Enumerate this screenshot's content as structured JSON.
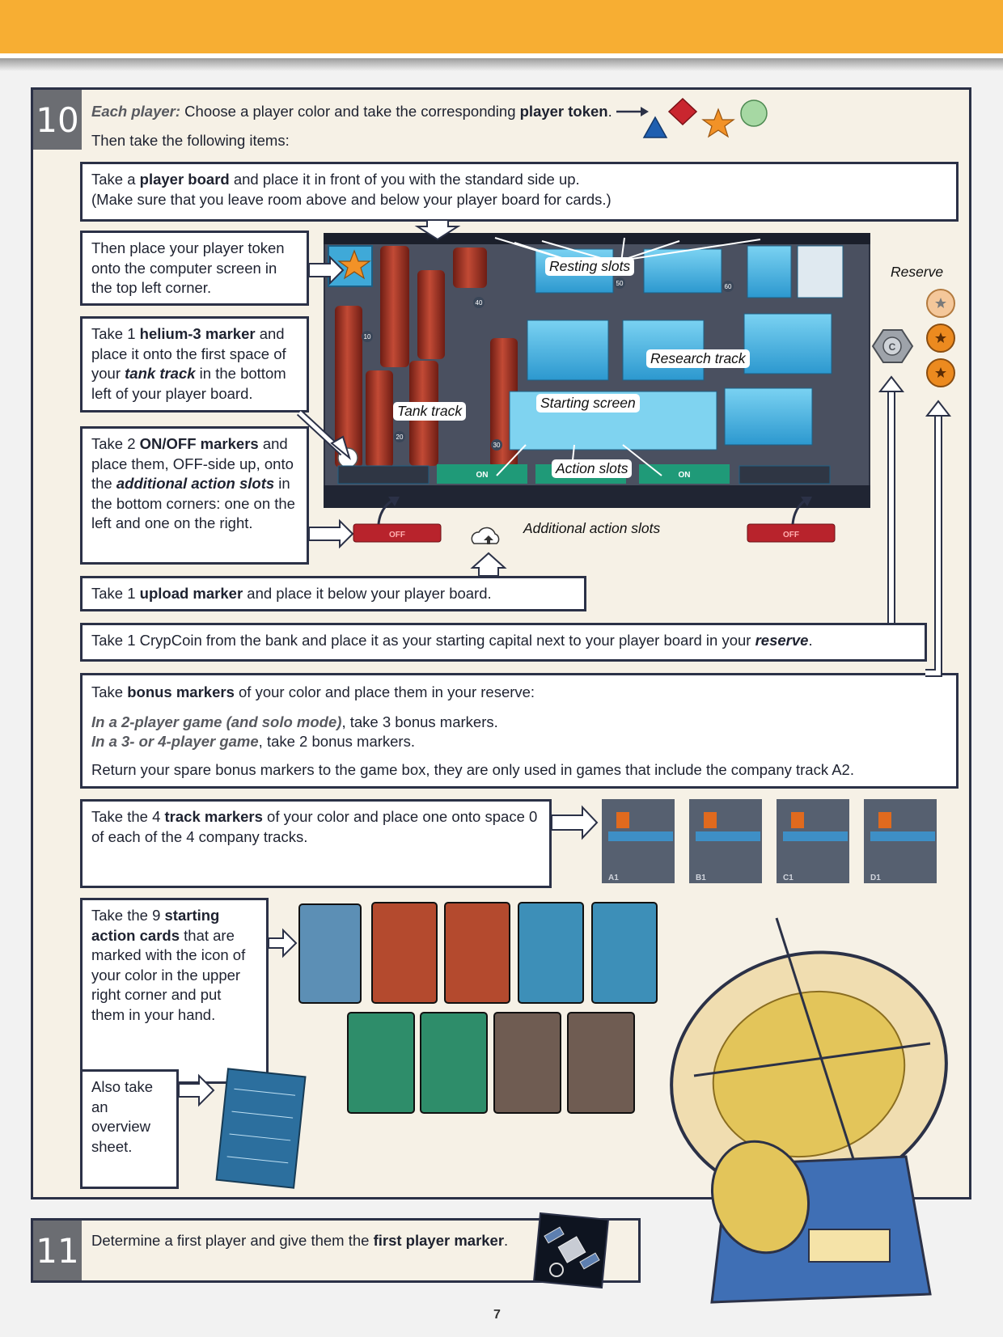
{
  "page_number": "7",
  "step10": {
    "number": "10",
    "intro_italic": "Each player:",
    "intro_text_1": " Choose a player color and take the corresponding ",
    "intro_bold": "player token",
    "intro_end": ".",
    "intro_line2": "Then take the following items:",
    "board_box": {
      "t1": "Take a ",
      "b1": "player board",
      "t2": " and place it in front of you with the standard side up.",
      "line2": "(Make sure that you leave room above and below your player board for cards.)"
    },
    "token_box": "Then place your player token onto the computer screen in the top left corner.",
    "helium_box": {
      "t1": "Take 1 ",
      "b1": "helium-3 marker",
      "t2": " and place it onto the first space of your ",
      "bi1": "tank track",
      "t3": " in the bottom left of your player board."
    },
    "onoff_box": {
      "t1": "Take 2 ",
      "b1": "ON/OFF markers",
      "t2": " and place them, OFF-side up, onto the ",
      "bi1": "additional action slots",
      "t3": " in the bottom corners: one on the left and one on the right."
    },
    "upload_box": {
      "t1": "Take 1 ",
      "b1": "upload marker",
      "t2": " and place it below your player board."
    },
    "crypcoin_box": {
      "t1": "Take 1 CrypCoin from the bank and place it as your starting capital next to your player board in your ",
      "bi1": "reserve",
      "t2": "."
    },
    "bonus_box": {
      "t1": "Take ",
      "b1": "bonus markers",
      "t2": " of your color and place them in your reserve:",
      "l2_i": "In a 2-player game (and solo mode)",
      "l2_t": ", take 3 bonus markers.",
      "l3_i": "In a 3- or 4-player game",
      "l3_t": ", take 2 bonus markers.",
      "l4": "Return your spare bonus markers to the game box, they are only used in games that include the company track A2."
    },
    "track_box": {
      "t1": "Take the 4 ",
      "b1": "track markers",
      "t2": " of your color and place one onto space 0 of each of the 4 company tracks."
    },
    "cards_box": {
      "t1": "Take the 9 ",
      "b1": "starting action cards",
      "t2": " that are marked with the icon of your color in the upper right corner and put them in your hand."
    },
    "overview_box": "Also take an overview sheet."
  },
  "board_labels": {
    "resting_slots": "Resting slots",
    "research_track": "Research track",
    "starting_screen": "Starting screen",
    "tank_track": "Tank track",
    "action_slots": "Action slots",
    "additional_action_slots": "Additional action slots",
    "reserve": "Reserve"
  },
  "board_markings": {
    "on_label": "ON",
    "off_label": "OFF",
    "tank_values": [
      "10",
      "20",
      "30",
      "40",
      "50",
      "60"
    ],
    "company_tracks": [
      "A1",
      "B1",
      "C1",
      "D1"
    ]
  },
  "step11": {
    "number": "11",
    "t1": "Determine a first player and give them the ",
    "b1": "first player marker",
    "t2": "."
  },
  "colors": {
    "orange_bar": "#f7ae33",
    "panel_border": "#2b3147",
    "token_blue": "#1f5fb0",
    "token_red": "#c9262f",
    "token_orange": "#f29227",
    "token_green": "#a6d8a3",
    "screen_blue": "#4fb9e6",
    "tank_red": "#a8382a"
  }
}
